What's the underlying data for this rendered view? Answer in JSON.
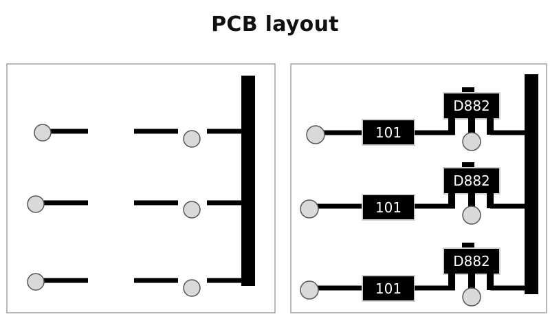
{
  "title": "PCB layout",
  "left_panel": {
    "rows": 3
  },
  "right_panel": {
    "rows": [
      {
        "resistor_label": "101",
        "transistor_label": "D882"
      },
      {
        "resistor_label": "101",
        "transistor_label": "D882"
      },
      {
        "resistor_label": "101",
        "transistor_label": "D882"
      }
    ]
  },
  "colors": {
    "trace": "#000000",
    "pad_fill": "#d9d9d9",
    "pad_stroke": "#555555",
    "panel_border": "#888888",
    "component_border": "#cccccc"
  }
}
